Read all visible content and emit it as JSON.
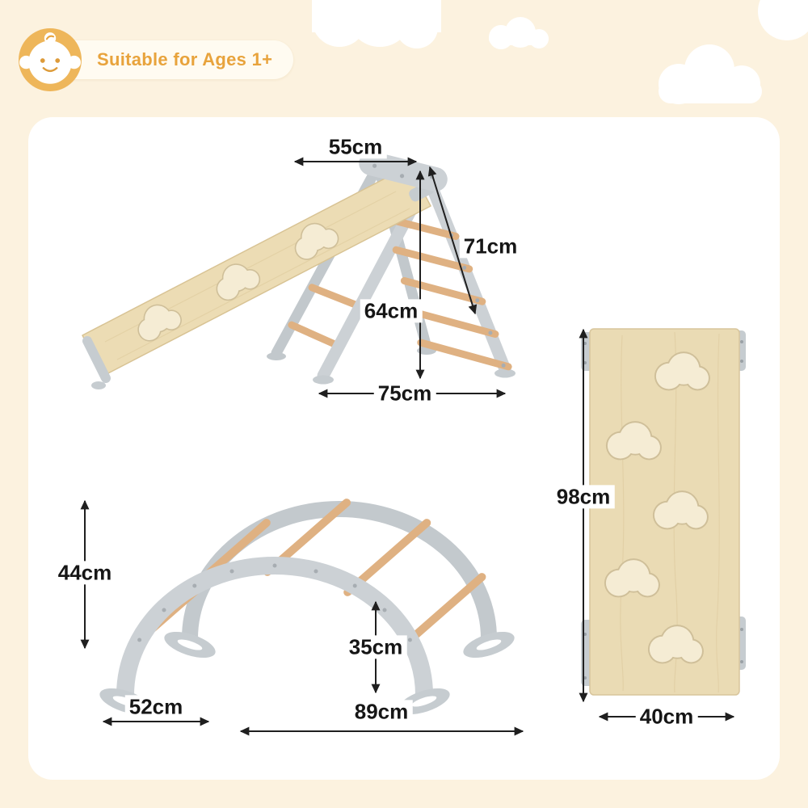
{
  "badge": {
    "label": "Suitable for Ages 1+"
  },
  "dimensions": {
    "triangle": {
      "top_width": "55cm",
      "slant_height": "71cm",
      "height": "64cm",
      "base_depth": "75cm"
    },
    "arch": {
      "height": "44cm",
      "side_width": "52cm",
      "base_width": "89cm",
      "inner_height": "35cm"
    },
    "ramp": {
      "length": "98cm",
      "width": "40cm"
    }
  },
  "colors": {
    "page_background": "#fcf2df",
    "card_background": "#ffffff",
    "badge_circle": "#eeb65a",
    "badge_text": "#e8a33c",
    "frame_gray": "#ccd1d5",
    "wood_panel": "#ecdcb4",
    "wood_rung": "#dfb182",
    "cloud_hold": "#f5ecd4",
    "dimension_text": "#161616"
  }
}
